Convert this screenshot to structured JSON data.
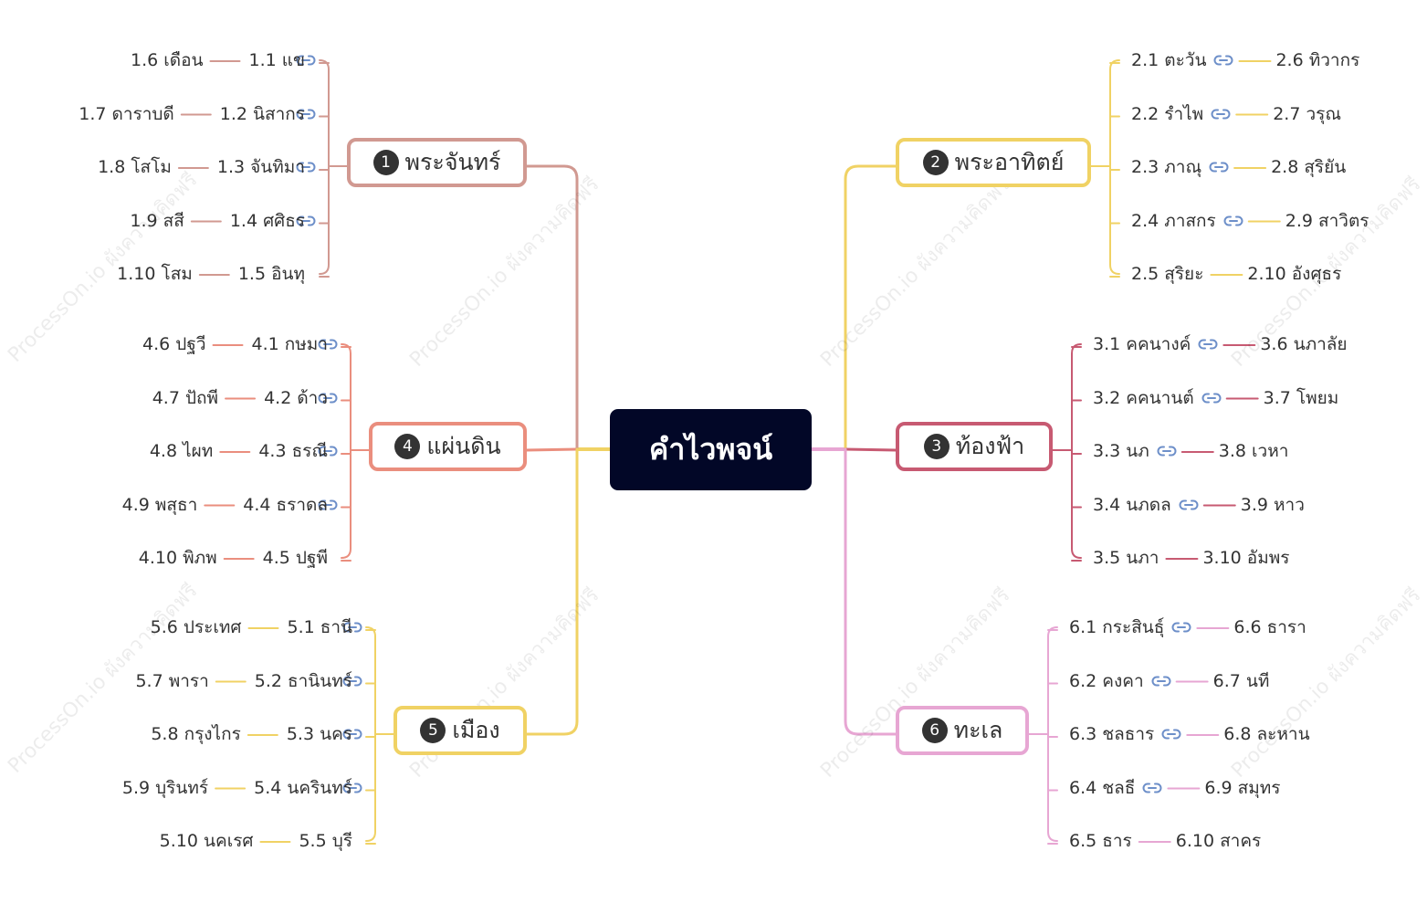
{
  "root": {
    "label": "คำไวพจน์",
    "color": "#020727",
    "connector_color": "#f0d264"
  },
  "watermark": "ProcessOn.io ผังความคิดฟรี",
  "icons": {
    "link": "link-icon"
  },
  "branches": [
    {
      "number": "1",
      "label": "พระจันทร์",
      "color": "#d19991",
      "inner": [
        "1.1 แข",
        "1.2 นิสากร",
        "1.3 จันทิมา",
        "1.4 ศศิธร",
        "1.5 อินทุ"
      ],
      "outer": [
        "1.6 เดือน",
        "1.7 ดาราบดี",
        "1.8 โสโม",
        "1.9 สสี",
        "1.10 โสม"
      ]
    },
    {
      "number": "2",
      "label": "พระอาทิตย์",
      "color": "#f0d264",
      "inner": [
        "2.1 ตะวัน",
        "2.2 รำไพ",
        "2.3 ภาณุ",
        "2.4 ภาสกร",
        "2.5 สุริยะ"
      ],
      "outer": [
        "2.6 ทิวากร",
        "2.7 วรุณ",
        "2.8 สุริยัน",
        "2.9 สาวิตร",
        "2.10 อังศุธร"
      ]
    },
    {
      "number": "3",
      "label": "ท้องฟ้า",
      "color": "#c75a72",
      "inner": [
        "3.1 คคนางค์",
        "3.2 คคนานต์",
        "3.3 นภ",
        "3.4 นภดล",
        "3.5 นภา"
      ],
      "outer": [
        "3.6 นภาลัย",
        "3.7 โพยม",
        "3.8 เวหา",
        "3.9 หาว",
        "3.10 อัมพร"
      ]
    },
    {
      "number": "4",
      "label": "แผ่นดิน",
      "color": "#ea8e7e",
      "inner": [
        "4.1 กษมา",
        "4.2 ด้าว",
        "4.3 ธรณี",
        "4.4 ธราดล",
        "4.5 ปฐพี"
      ],
      "outer": [
        "4.6 ปฐวี",
        "4.7 ปัถพี",
        "4.8 ไผท",
        "4.9 พสุธา",
        "4.10 พิภพ"
      ]
    },
    {
      "number": "5",
      "label": "เมือง",
      "color": "#f0d264",
      "inner": [
        "5.1 ธานี",
        "5.2 ธานินทร์",
        "5.3 นคร",
        "5.4 นครินทร์",
        "5.5 บุรี"
      ],
      "outer": [
        "5.6 ประเทศ",
        "5.7 พารา",
        "5.8 กรุงไกร",
        "5.9 บุรินทร์",
        "5.10 นคเรศ"
      ]
    },
    {
      "number": "6",
      "label": "ทะเล",
      "color": "#e7a6d3",
      "inner": [
        "6.1 กระสินธุ์",
        "6.2 คงคา",
        "6.3 ชลธาร",
        "6.4 ชลธี",
        "6.5 ธาร"
      ],
      "outer": [
        "6.6 ธารา",
        "6.7 นที",
        "6.8 ละหาน",
        "6.9 สมุทร",
        "6.10 สาคร"
      ]
    }
  ]
}
